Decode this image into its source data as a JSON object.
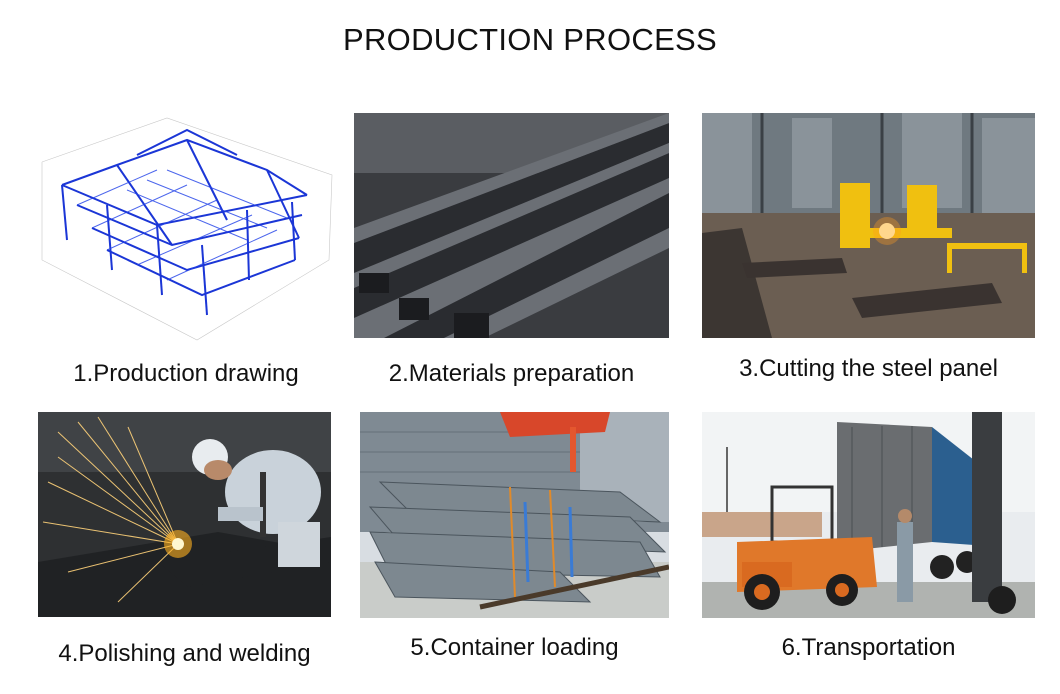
{
  "title": "PRODUCTION PROCESS",
  "steps": [
    {
      "caption": "1.Production drawing"
    },
    {
      "caption": "2.Materials preparation"
    },
    {
      "caption": "3.Cutting the steel panel"
    },
    {
      "caption": "4.Polishing and welding"
    },
    {
      "caption": "5.Container loading"
    },
    {
      "caption": "6.Transportation"
    }
  ]
}
